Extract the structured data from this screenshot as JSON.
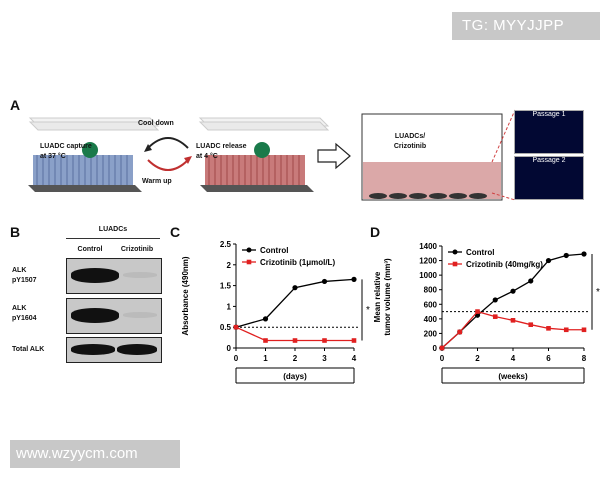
{
  "watermarks": {
    "top": "TG: MYYJJPP",
    "bottom": "www.wzyycm.com"
  },
  "panelA": {
    "label": "A",
    "capture": "LUADC capture\nat 37 °C",
    "cool": "Cool down",
    "release": "LUADC release\nat 4 °C",
    "warm": "Warm up",
    "dish_label": "LUADCs/\nCrizotinib",
    "passage1": "Passage 1",
    "passage2": "Passage 2"
  },
  "panelB": {
    "label": "B",
    "header": "LUADCs",
    "col1": "Control",
    "col2": "Crizotinib",
    "rows": [
      "ALK\npY1507",
      "ALK\npY1604",
      "Total ALK"
    ]
  },
  "chart_data": [
    {
      "type": "line",
      "panel": "C",
      "x": [
        0,
        1,
        2,
        3,
        4
      ],
      "series": [
        {
          "name": "Control",
          "values": [
            0.5,
            0.7,
            1.45,
            1.6,
            1.65
          ],
          "color": "#000000"
        },
        {
          "name": "Crizotinib (1μmol/L)",
          "values": [
            0.5,
            0.18,
            0.18,
            0.18,
            0.18
          ],
          "color": "#e02020"
        }
      ],
      "xticks": [
        "0",
        "1",
        "2",
        "3",
        "4"
      ],
      "yticks": [
        "0",
        "0.5",
        "1",
        "1.5",
        "2",
        "2.5"
      ],
      "xlabel": "(days)",
      "ylabel": "Absorbance (490nm)",
      "ylim": [
        0,
        2.5
      ],
      "reference": 0.5,
      "star": "*"
    },
    {
      "type": "line",
      "panel": "D",
      "x": [
        0,
        1,
        2,
        3,
        4,
        5,
        6,
        7,
        8
      ],
      "series": [
        {
          "name": "Control",
          "values": [
            0,
            220,
            450,
            660,
            780,
            920,
            1200,
            1270,
            1290
          ],
          "color": "#000000"
        },
        {
          "name": "Crizotinib (40mg/kg)",
          "values": [
            0,
            220,
            500,
            430,
            380,
            320,
            270,
            250,
            250
          ],
          "color": "#e02020"
        }
      ],
      "xticks": [
        "0",
        "2",
        "4",
        "6",
        "8"
      ],
      "yticks": [
        "0",
        "200",
        "400",
        "600",
        "800",
        "1000",
        "1200",
        "1400"
      ],
      "xlabel": "(weeks)",
      "ylabel": "Mean relative\ntumor volume (mm³)",
      "ylim": [
        0,
        1400
      ],
      "reference": 500,
      "star": "*"
    }
  ]
}
